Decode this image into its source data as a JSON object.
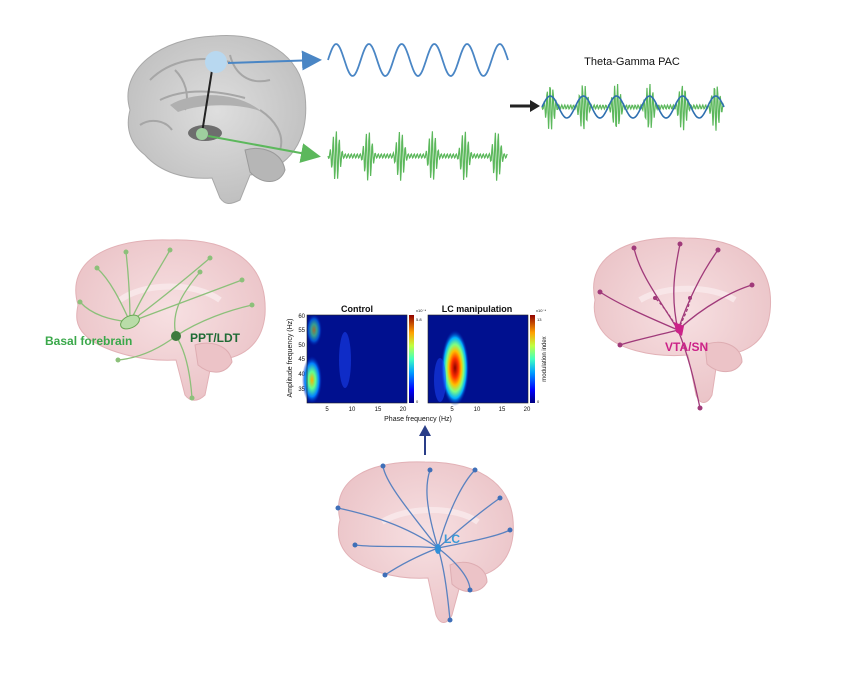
{
  "top_panel": {
    "pac_title": "Theta-Gamma PAC",
    "colors": {
      "theta": "#4a86c5",
      "gamma": "#5cb85c",
      "node_theta": "#b8d8f0",
      "node_gamma": "#9ecf9e",
      "arrow": "#222222"
    }
  },
  "regions": {
    "basal_forebrain": {
      "label": "Basal forebrain",
      "color": "#3aa84a"
    },
    "ppt_ldt": {
      "label": "PPT/LDT",
      "color": "#1f6b35"
    },
    "vta_sn": {
      "label": "VTA/SN",
      "color": "#cc2288"
    },
    "lc": {
      "label": "LC",
      "color": "#3a9bd8"
    }
  },
  "heatmaps": {
    "ylabel": "Amplitude frequency (Hz)",
    "xlabel": "Phase frequency (Hz)",
    "colorbar_label": "modulation index",
    "y_ticks": [
      "60",
      "55",
      "50",
      "45",
      "40",
      "35"
    ],
    "x_ticks": [
      "5",
      "10",
      "15",
      "20"
    ],
    "panels": [
      {
        "title": "Control",
        "cbar_top": "x10⁻⁴",
        "cbar_max": "5.8",
        "cbar_min": "0"
      },
      {
        "title": "LC manipulation",
        "cbar_top": "x10⁻⁴",
        "cbar_max": "13",
        "cbar_min": "0"
      }
    ]
  },
  "brain_colors": {
    "gray": "#c9c9c9",
    "gray_dark": "#9a9a9a",
    "pink": "#f1d2d4",
    "pink_dark": "#e4b3b8"
  }
}
